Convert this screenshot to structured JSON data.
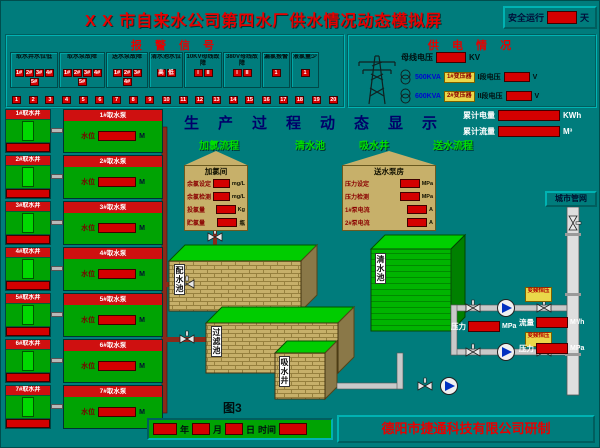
{
  "header": {
    "title": "X X 市自来水公司第四水厂供水情况动态模拟屏",
    "safety_label": "安全运行",
    "safety_value": "",
    "safety_unit": "天"
  },
  "alarm_panel": {
    "title": "报 警 信 号",
    "groups": [
      {
        "label": "取水井水位低",
        "lamps": [
          "1#",
          "2#",
          "3#",
          "4#",
          "5#"
        ]
      },
      {
        "label": "取水泵故障",
        "lamps": [
          "1#",
          "2#",
          "3#",
          "4#",
          "5#"
        ]
      },
      {
        "label": "送水泵故障",
        "lamps": [
          "1#",
          "2#",
          "3#",
          "4#"
        ]
      },
      {
        "label": "清水池水位",
        "lamps": [
          "高",
          "低"
        ]
      },
      {
        "label": "10KV母线故障",
        "lamps": [
          "I",
          "II"
        ]
      },
      {
        "label": "380V母线故障",
        "lamps": [
          "I",
          "II"
        ]
      },
      {
        "label": "漏氯报警",
        "lamps": [
          "1"
        ]
      },
      {
        "label": "液氯量少",
        "lamps": [
          "1"
        ]
      }
    ],
    "bottom_lamps": [
      "1",
      "2",
      "3",
      "4",
      "5",
      "6",
      "7",
      "8",
      "9",
      "10",
      "11",
      "12",
      "13",
      "14",
      "15",
      "16",
      "17",
      "18",
      "19",
      "20"
    ]
  },
  "power_panel": {
    "title": "供 电 情 况",
    "bus_label": "母线电压",
    "bus_value": "",
    "bus_unit": "KV",
    "rows": [
      {
        "kva": "500KVA",
        "name": "1#变压器",
        "label": "I段电压",
        "value": "",
        "unit": "V"
      },
      {
        "kva": "600KVA",
        "name": "2#变压器",
        "label": "II段电压",
        "value": "",
        "unit": "V"
      }
    ]
  },
  "totals": {
    "energy_label": "累计电量",
    "energy_value": "",
    "energy_unit": "KWh",
    "flow_label": "累计流量",
    "flow_value": "",
    "flow_unit": "M³"
  },
  "process": {
    "title": "生产过程动态显示",
    "stage1": "加氯流程",
    "stage2": "清水池",
    "stage3": "吸水井",
    "stage4": "送水流程"
  },
  "chlorine_house": {
    "title": "加氯间",
    "rows": [
      {
        "label": "余氯设定",
        "value": "",
        "unit": "mg/L"
      },
      {
        "label": "余氯检测",
        "value": "",
        "unit": "mg/L"
      },
      {
        "label": "投氯量",
        "value": "",
        "unit": "Kg"
      },
      {
        "label": "贮氯量",
        "value": "",
        "unit": "瓶"
      }
    ]
  },
  "pump_house": {
    "title": "送水泵房",
    "rows": [
      {
        "label": "压力设定",
        "value": "",
        "unit": "MPa"
      },
      {
        "label": "压力检测",
        "value": "",
        "unit": "MPa"
      },
      {
        "label": "1#泵电流",
        "value": "",
        "unit": "A"
      },
      {
        "label": "2#泵电流",
        "value": "",
        "unit": "A"
      }
    ]
  },
  "wells": [
    {
      "tank_label": "1#取水井",
      "module_label": "1#取水泵",
      "reading_label": "水位",
      "value": "",
      "unit": "M"
    },
    {
      "tank_label": "2#取水井",
      "module_label": "2#取水泵",
      "reading_label": "水位",
      "value": "",
      "unit": "M"
    },
    {
      "tank_label": "3#取水井",
      "module_label": "3#取水泵",
      "reading_label": "水位",
      "value": "",
      "unit": "M"
    },
    {
      "tank_label": "4#取水井",
      "module_label": "4#取水泵",
      "reading_label": "水位",
      "value": "",
      "unit": "M"
    },
    {
      "tank_label": "5#取水井",
      "module_label": "5#取水泵",
      "reading_label": "水位",
      "value": "",
      "unit": "M"
    },
    {
      "tank_label": "6#取水井",
      "module_label": "6#取水泵",
      "reading_label": "水位",
      "value": "",
      "unit": "M"
    },
    {
      "tank_label": "7#取水井",
      "module_label": "7#取水泵",
      "reading_label": "水位",
      "value": "",
      "unit": "M"
    }
  ],
  "tanks": {
    "distribution": "配水池",
    "filter": "过滤池",
    "clear": "清水池",
    "suction": "吸水井"
  },
  "network": {
    "label": "城市管网"
  },
  "delivery": {
    "pressure_label": "压力",
    "pressure_value": "",
    "pressure_unit": "MPa",
    "flow_label": "流量",
    "flow_value": "",
    "flow_unit": "M³/h",
    "pressure2_label": "压力",
    "pressure2_value": "",
    "pressure2_unit": "MPa",
    "vfd1": "变频恒压",
    "vfd2": "变频恒压"
  },
  "footer": {
    "figure": "图3",
    "date_year": "年",
    "date_month": "月",
    "date_day": "日",
    "date_time": "时间",
    "company": "德阳市捷通科技有限公司研制"
  }
}
